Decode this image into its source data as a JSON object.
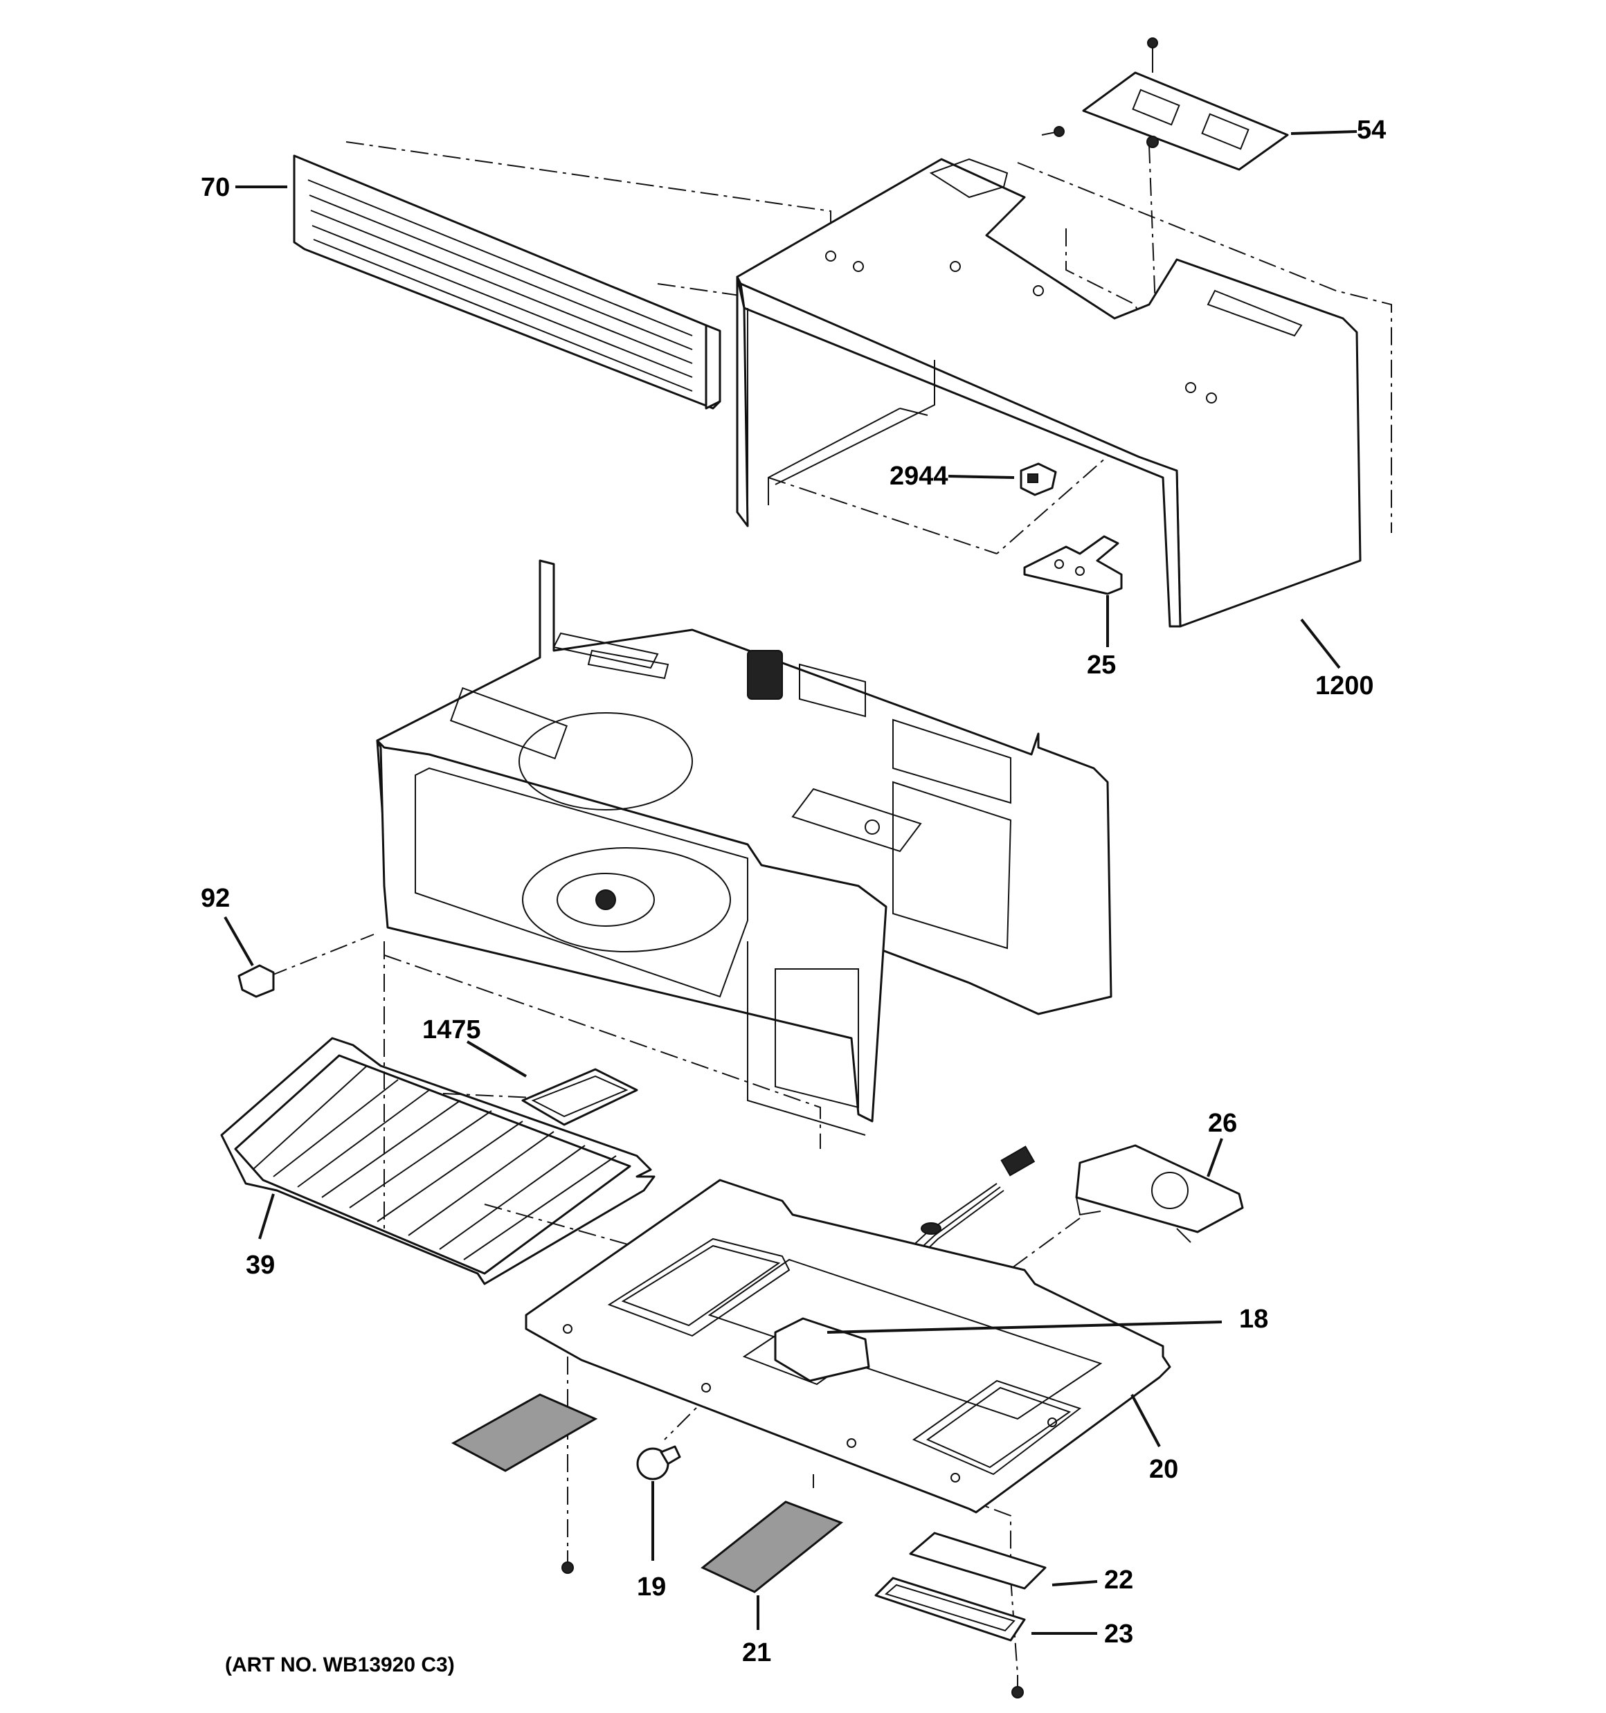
{
  "diagram": {
    "art_number": "(ART NO. WB13920 C3)",
    "callouts": {
      "p70": "70",
      "p54": "54",
      "p2944": "2944",
      "p25": "25",
      "p1200": "1200",
      "p92": "92",
      "p1475": "1475",
      "p39": "39",
      "p26": "26",
      "p18": "18",
      "p20": "20",
      "p19": "19",
      "p21": "21",
      "p22": "22",
      "p23": "23"
    }
  }
}
